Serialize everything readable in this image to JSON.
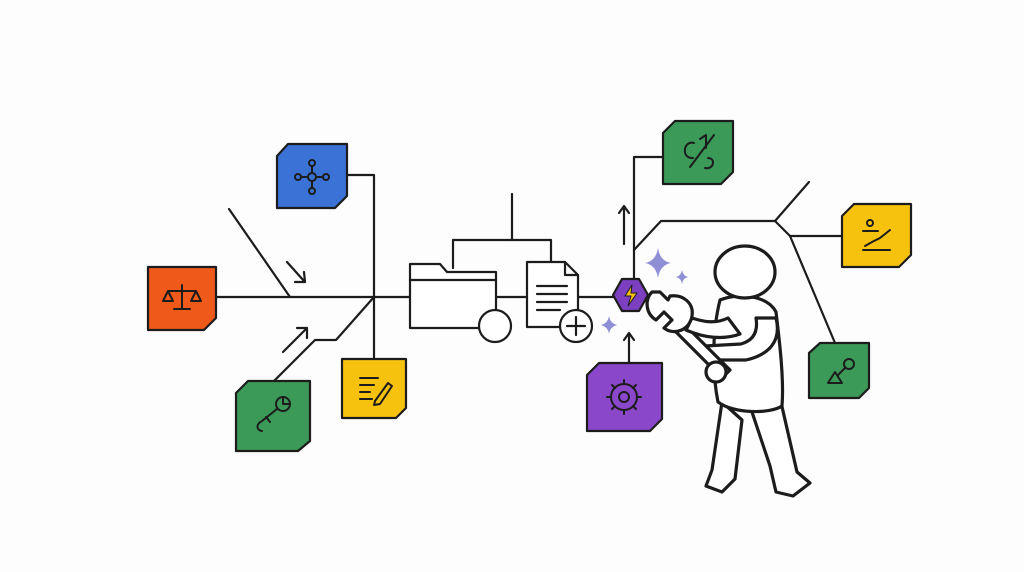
{
  "colors": {
    "orange": "#ef5a1b",
    "blue": "#3a72d6",
    "green": "#3b9a58",
    "yellow": "#f6c20e",
    "purple": "#8a47c9",
    "hex_purple": "#7b3fc0",
    "sparkle": "#8f8fd6",
    "line": "#1c1c1c"
  },
  "nodes": [
    {
      "id": "orange-scale",
      "color": "orange",
      "icon": "scale-icon"
    },
    {
      "id": "blue-network",
      "color": "blue",
      "icon": "network-icon"
    },
    {
      "id": "green-key",
      "color": "green",
      "icon": "key-icon"
    },
    {
      "id": "yellow-notes",
      "color": "yellow",
      "icon": "edit-notes-icon"
    },
    {
      "id": "purple-gear",
      "color": "purple",
      "icon": "gear-icon"
    },
    {
      "id": "green-fraction",
      "color": "green",
      "icon": "fraction-icon"
    },
    {
      "id": "yellow-chart",
      "color": "yellow",
      "icon": "chart-pen-icon"
    },
    {
      "id": "green-shapes",
      "color": "green",
      "icon": "shapes-icon"
    }
  ],
  "center": {
    "hex_icon": "bolt-icon",
    "folder_icon": "folder-icon",
    "document_icon": "document-icon"
  },
  "figure": {
    "icon": "person-with-wrench-icon"
  }
}
